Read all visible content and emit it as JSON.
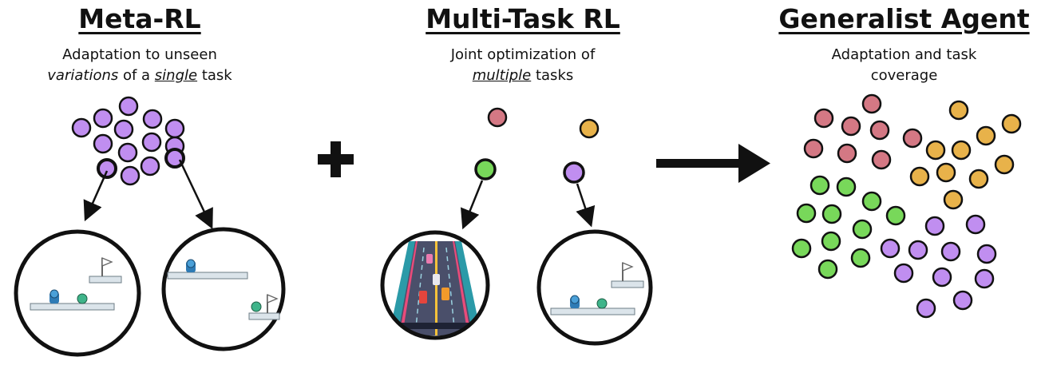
{
  "meta_rl": {
    "title": "Meta-RL",
    "subtitle_pre": "Adaptation to unseen",
    "subtitle_em": "variations",
    "subtitle_mid": " of a ",
    "subtitle_under": "single",
    "subtitle_post": " task"
  },
  "multi_task": {
    "title": "Multi-Task RL",
    "subtitle_line1": "Joint optimization of",
    "subtitle_under": "multiple",
    "subtitle_post": " tasks"
  },
  "generalist": {
    "title": "Generalist Agent",
    "subtitle_line1": "Adaptation and task",
    "subtitle_line2": "coverage"
  },
  "plus_symbol": "+",
  "colors": {
    "purple": "#c08ef0",
    "red": "#d47884",
    "orange": "#e8b24a",
    "green": "#78d85a",
    "outline": "#111111",
    "ice": "#dbe4ea",
    "road": "#2b9aa8"
  }
}
